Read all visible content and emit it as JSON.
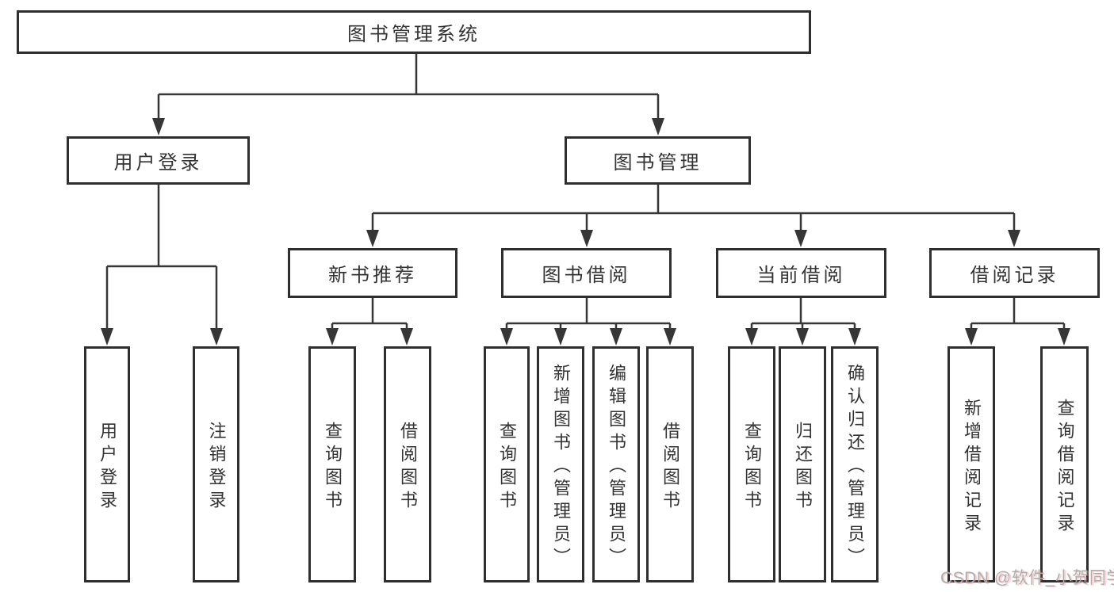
{
  "colors": {
    "background": "#ffffff",
    "line": "#363636",
    "box_border": "#2f2f2f",
    "text": "#333333",
    "watermark": "#adadad"
  },
  "watermark": {
    "text": "CSDN @软件_小贺同学"
  },
  "tree": {
    "label": "图书管理系统",
    "children": [
      {
        "label": "用户登录",
        "children": [
          {
            "label": "用户登录"
          },
          {
            "label": "注销登录"
          }
        ]
      },
      {
        "label": "图书管理",
        "children": [
          {
            "label": "新书推荐",
            "children": [
              {
                "label": "查询图书"
              },
              {
                "label": "借阅图书"
              }
            ]
          },
          {
            "label": "图书借阅",
            "children": [
              {
                "label": "查询图书"
              },
              {
                "label": "新增图书（管理员）"
              },
              {
                "label": "编辑图书（管理员）"
              },
              {
                "label": "借阅图书"
              }
            ]
          },
          {
            "label": "当前借阅",
            "children": [
              {
                "label": "查询图书"
              },
              {
                "label": "归还图书"
              },
              {
                "label": "确认归还（管理员）"
              }
            ]
          },
          {
            "label": "借阅记录",
            "children": [
              {
                "label": "新增借阅记录"
              },
              {
                "label": "查询借阅记录"
              }
            ]
          }
        ]
      }
    ]
  }
}
